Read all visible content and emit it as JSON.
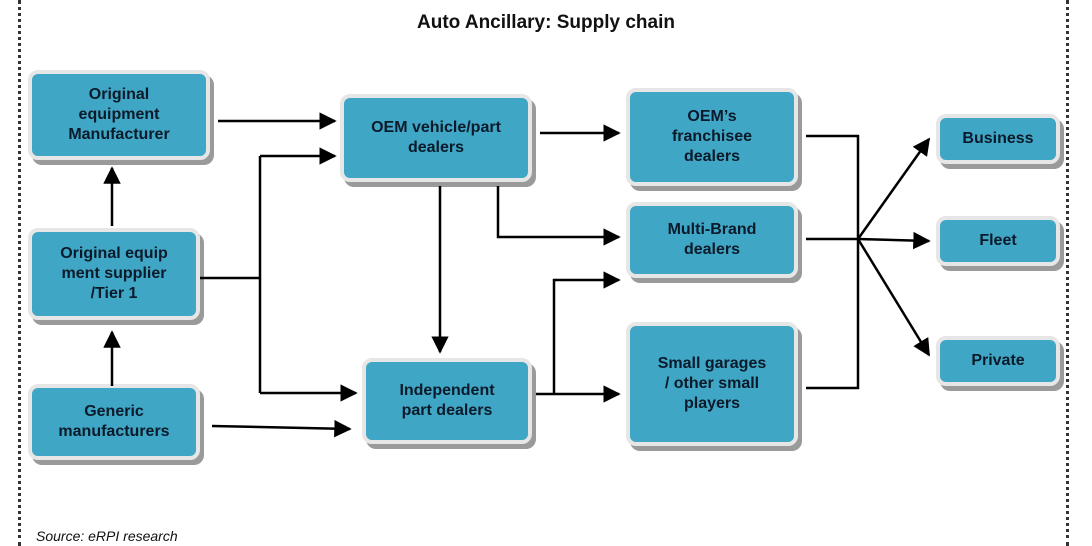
{
  "title": "Auto Ancillary:  Supply chain",
  "source": "Source:  eRPI research",
  "nodes": {
    "oem": "Original\nequipment\nManufacturer",
    "tier1": "Original  equip\nment  supplier\n/Tier 1",
    "generic": "Generic\nmanufacturers",
    "oem_dealers": "OEM vehicle/part\ndealers",
    "independent": "Independent\npart dealers",
    "franchisee": "OEM’s\nfranchisee\ndealers",
    "multibrand": "Multi-Brand\ndealers",
    "small_garages": "Small garages\n/ other small\nplayers",
    "business": "Business",
    "fleet": "Fleet",
    "private": "Private"
  },
  "colors": {
    "box_fill": "#3fa7c5",
    "box_border": "#e6e6e6",
    "shadow": "#9a9a9a",
    "arrow": "#000000"
  }
}
